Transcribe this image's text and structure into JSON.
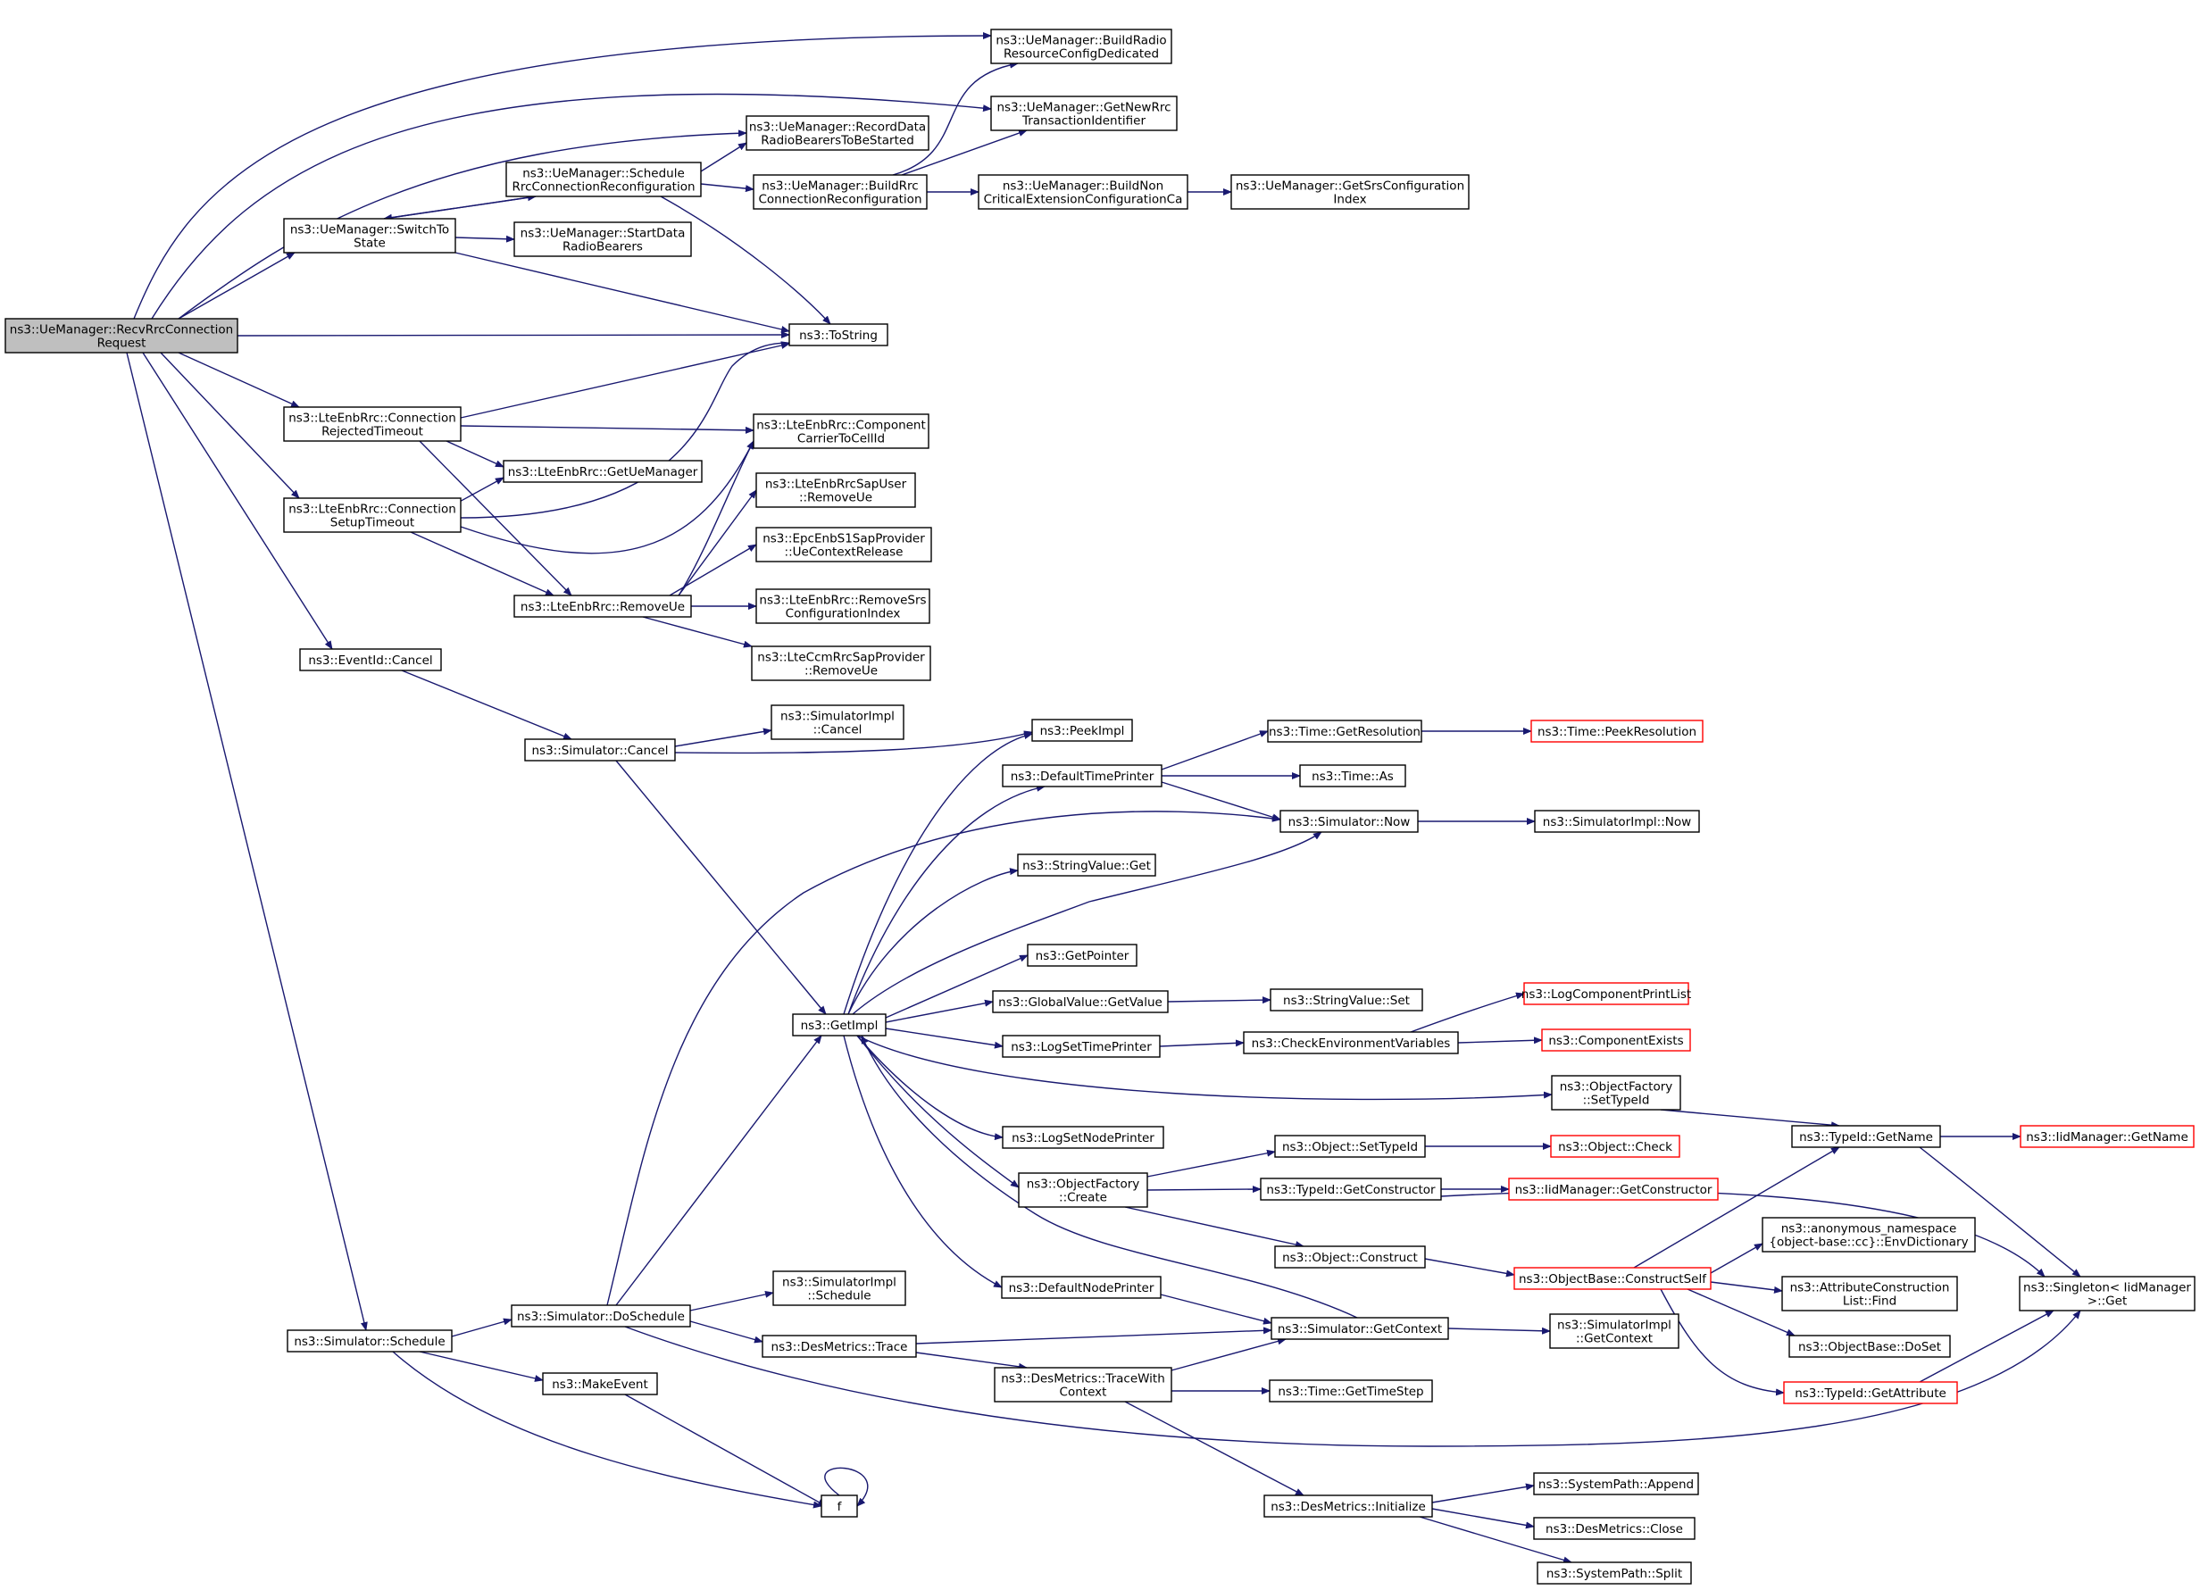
{
  "graph": {
    "edge_color": "#191970",
    "root_fill": "#bfbfbf",
    "truncated_border": "#ff0000",
    "nodes": [
      {
        "id": "root",
        "lines": [
          "ns3::UeManager::RecvRrcConnection",
          "Request"
        ]
      },
      {
        "id": "switchTo",
        "lines": [
          "ns3::UeManager::SwitchTo",
          "State"
        ]
      },
      {
        "id": "schedRrc",
        "lines": [
          "ns3::UeManager::Schedule",
          "RrcConnectionReconfiguration"
        ]
      },
      {
        "id": "recordData",
        "lines": [
          "ns3::UeManager::RecordData",
          "RadioBearersToBeStarted"
        ]
      },
      {
        "id": "startData",
        "lines": [
          "ns3::UeManager::StartData",
          "RadioBearers"
        ]
      },
      {
        "id": "buildRrc",
        "lines": [
          "ns3::UeManager::BuildRrc",
          "ConnectionReconfiguration"
        ]
      },
      {
        "id": "buildRadio",
        "lines": [
          "ns3::UeManager::BuildRadio",
          "ResourceConfigDedicated"
        ]
      },
      {
        "id": "getNewRrc",
        "lines": [
          "ns3::UeManager::GetNewRrc",
          "TransactionIdentifier"
        ]
      },
      {
        "id": "buildNon",
        "lines": [
          "ns3::UeManager::BuildNon",
          "CriticalExtensionConfigurationCa"
        ]
      },
      {
        "id": "getSrs",
        "lines": [
          "ns3::UeManager::GetSrsConfiguration",
          "Index"
        ]
      },
      {
        "id": "toString",
        "lines": [
          "ns3::ToString"
        ]
      },
      {
        "id": "connRej",
        "lines": [
          "ns3::LteEnbRrc::Connection",
          "RejectedTimeout"
        ]
      },
      {
        "id": "connSetup",
        "lines": [
          "ns3::LteEnbRrc::Connection",
          "SetupTimeout"
        ]
      },
      {
        "id": "getUeMgr",
        "lines": [
          "ns3::LteEnbRrc::GetUeManager"
        ]
      },
      {
        "id": "compCarrier",
        "lines": [
          "ns3::LteEnbRrc::Component",
          "CarrierToCellId"
        ]
      },
      {
        "id": "sapUserRemove",
        "lines": [
          "ns3::LteEnbRrcSapUser",
          "::RemoveUe"
        ]
      },
      {
        "id": "epcRelease",
        "lines": [
          "ns3::EpcEnbS1SapProvider",
          "::UeContextRelease"
        ]
      },
      {
        "id": "removeSrs",
        "lines": [
          "ns3::LteEnbRrc::RemoveSrs",
          "ConfigurationIndex"
        ]
      },
      {
        "id": "ccmRemove",
        "lines": [
          "ns3::LteCcmRrcSapProvider",
          "::RemoveUe"
        ]
      },
      {
        "id": "removeUe",
        "lines": [
          "ns3::LteEnbRrc::RemoveUe"
        ]
      },
      {
        "id": "eventCancel",
        "lines": [
          "ns3::EventId::Cancel"
        ]
      },
      {
        "id": "simCancel",
        "lines": [
          "ns3::Simulator::Cancel"
        ]
      },
      {
        "id": "simImplCancel",
        "lines": [
          "ns3::SimulatorImpl",
          "::Cancel"
        ]
      },
      {
        "id": "peekImpl",
        "lines": [
          "ns3::PeekImpl"
        ]
      },
      {
        "id": "getImpl",
        "lines": [
          "ns3::GetImpl"
        ]
      },
      {
        "id": "defTimePrinter",
        "lines": [
          "ns3::DefaultTimePrinter"
        ]
      },
      {
        "id": "timeGetRes",
        "lines": [
          "ns3::Time::GetResolution"
        ]
      },
      {
        "id": "timePeekRes",
        "lines": [
          "ns3::Time::PeekResolution"
        ],
        "truncated": true
      },
      {
        "id": "timeAs",
        "lines": [
          "ns3::Time::As"
        ]
      },
      {
        "id": "simNow",
        "lines": [
          "ns3::Simulator::Now"
        ]
      },
      {
        "id": "simImplNow",
        "lines": [
          "ns3::SimulatorImpl::Now"
        ]
      },
      {
        "id": "strValGet",
        "lines": [
          "ns3::StringValue::Get"
        ]
      },
      {
        "id": "getPointer",
        "lines": [
          "ns3::GetPointer"
        ]
      },
      {
        "id": "globalGetValue",
        "lines": [
          "ns3::GlobalValue::GetValue"
        ]
      },
      {
        "id": "strValSet",
        "lines": [
          "ns3::StringValue::Set"
        ]
      },
      {
        "id": "logCompPrint",
        "lines": [
          "ns3::LogComponentPrintList"
        ],
        "truncated": true
      },
      {
        "id": "logSetTime",
        "lines": [
          "ns3::LogSetTimePrinter"
        ]
      },
      {
        "id": "checkEnv",
        "lines": [
          "ns3::CheckEnvironmentVariables"
        ]
      },
      {
        "id": "compExists",
        "lines": [
          "ns3::ComponentExists"
        ],
        "truncated": true
      },
      {
        "id": "objFactSetType",
        "lines": [
          "ns3::ObjectFactory",
          "::SetTypeId"
        ]
      },
      {
        "id": "typeIdGetName",
        "lines": [
          "ns3::TypeId::GetName"
        ]
      },
      {
        "id": "iidGetName",
        "lines": [
          "ns3::IidManager::GetName"
        ],
        "truncated": true
      },
      {
        "id": "logSetNode",
        "lines": [
          "ns3::LogSetNodePrinter"
        ]
      },
      {
        "id": "objSetType",
        "lines": [
          "ns3::Object::SetTypeId"
        ]
      },
      {
        "id": "objCheck",
        "lines": [
          "ns3::Object::Check"
        ],
        "truncated": true
      },
      {
        "id": "objFactCreate",
        "lines": [
          "ns3::ObjectFactory",
          "::Create"
        ]
      },
      {
        "id": "typeIdGetCtor",
        "lines": [
          "ns3::TypeId::GetConstructor"
        ]
      },
      {
        "id": "iidGetCtor",
        "lines": [
          "ns3::IidManager::GetConstructor"
        ],
        "truncated": true
      },
      {
        "id": "anonEnv",
        "lines": [
          "ns3::anonymous_namespace",
          "{object-base::cc}::EnvDictionary"
        ]
      },
      {
        "id": "objConstruct",
        "lines": [
          "ns3::Object::Construct"
        ]
      },
      {
        "id": "objBaseCtorSelf",
        "lines": [
          "ns3::ObjectBase::ConstructSelf"
        ],
        "truncated": true
      },
      {
        "id": "attrFind",
        "lines": [
          "ns3::AttributeConstruction",
          "List::Find"
        ]
      },
      {
        "id": "singletonGet",
        "lines": [
          "ns3::Singleton< IidManager",
          " >::Get"
        ]
      },
      {
        "id": "defNodePrinter",
        "lines": [
          "ns3::DefaultNodePrinter"
        ]
      },
      {
        "id": "simGetCtx",
        "lines": [
          "ns3::Simulator::GetContext"
        ]
      },
      {
        "id": "simImplGetCtx",
        "lines": [
          "ns3::SimulatorImpl",
          "::GetContext"
        ]
      },
      {
        "id": "objBaseDoSet",
        "lines": [
          "ns3::ObjectBase::DoSet"
        ]
      },
      {
        "id": "typeIdGetAttr",
        "lines": [
          "ns3::TypeId::GetAttribute"
        ],
        "truncated": true
      },
      {
        "id": "simSchedule",
        "lines": [
          "ns3::Simulator::Schedule"
        ]
      },
      {
        "id": "simDoSchedule",
        "lines": [
          "ns3::Simulator::DoSchedule"
        ]
      },
      {
        "id": "simImplSchedule",
        "lines": [
          "ns3::SimulatorImpl",
          "::Schedule"
        ]
      },
      {
        "id": "desTrace",
        "lines": [
          "ns3::DesMetrics::Trace"
        ]
      },
      {
        "id": "desTraceCtx",
        "lines": [
          "ns3::DesMetrics::TraceWith",
          "Context"
        ]
      },
      {
        "id": "timeGetStep",
        "lines": [
          "ns3::Time::GetTimeStep"
        ]
      },
      {
        "id": "makeEvent",
        "lines": [
          "ns3::MakeEvent"
        ]
      },
      {
        "id": "f",
        "lines": [
          "f"
        ]
      },
      {
        "id": "desInit",
        "lines": [
          "ns3::DesMetrics::Initialize"
        ]
      },
      {
        "id": "sysAppend",
        "lines": [
          "ns3::SystemPath::Append"
        ]
      },
      {
        "id": "desClose",
        "lines": [
          "ns3::DesMetrics::Close"
        ]
      },
      {
        "id": "sysSplit",
        "lines": [
          "ns3::SystemPath::Split"
        ]
      }
    ]
  }
}
